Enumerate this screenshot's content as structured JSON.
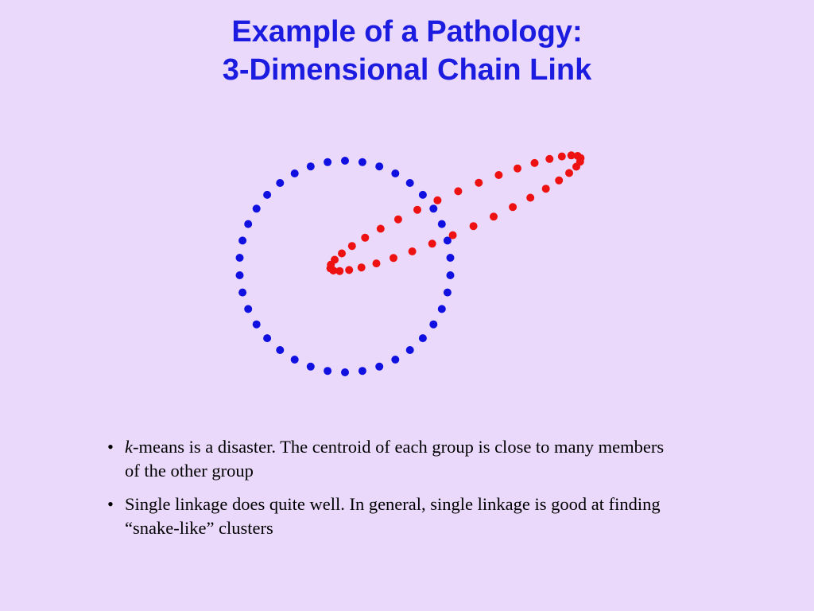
{
  "slide": {
    "title_line1": "Example of a Pathology:",
    "title_line2": "3-Dimensional Chain Link"
  },
  "diagram": {
    "blue_color": "#1010e0",
    "red_color": "#ee1111",
    "blue_ring_dot_count": 38,
    "red_ring_dot_count": 38
  },
  "bullets": [
    {
      "symbol": "•",
      "italic_prefix": "k",
      "text": "-means is a disaster.  The centroid of each group is close to many members of the other group"
    },
    {
      "symbol": "•",
      "italic_prefix": "",
      "text": "Single linkage does quite well.  In general, single linkage is good at finding “snake-like” clusters"
    }
  ]
}
